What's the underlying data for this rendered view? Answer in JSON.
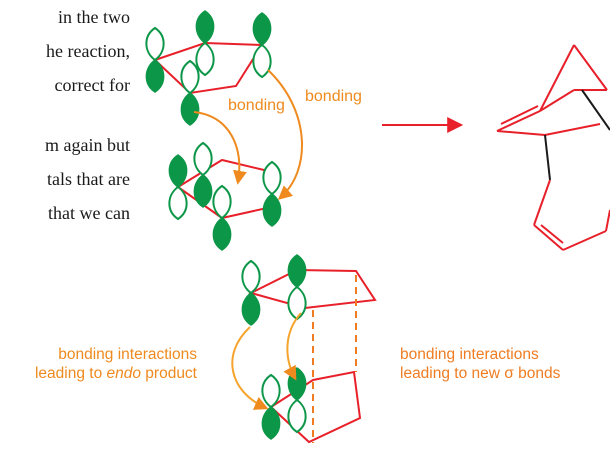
{
  "colors": {
    "bond": "#e8202a",
    "lobe": "#0c9648",
    "arrow": "#ee8a1e",
    "dashed": "#ef7c22",
    "text": "#1a1a1a"
  },
  "body_text": {
    "line1": "in the two",
    "line2": "he reaction,",
    "line3": "correct for",
    "line4": "m again but",
    "line5": "tals that are",
    "line6": "that we can"
  },
  "top_diagram": {
    "label_bonding_left": "bonding",
    "label_bonding_right": "bonding"
  },
  "bottom_diagram": {
    "caption_left_prefix": "bonding interactions",
    "caption_left_line2_a": "leading to ",
    "caption_left_line2_b": "endo",
    "caption_left_line2_c": " product",
    "caption_right_line1": "bonding interactions",
    "caption_right_line2": "leading to new σ bonds"
  }
}
